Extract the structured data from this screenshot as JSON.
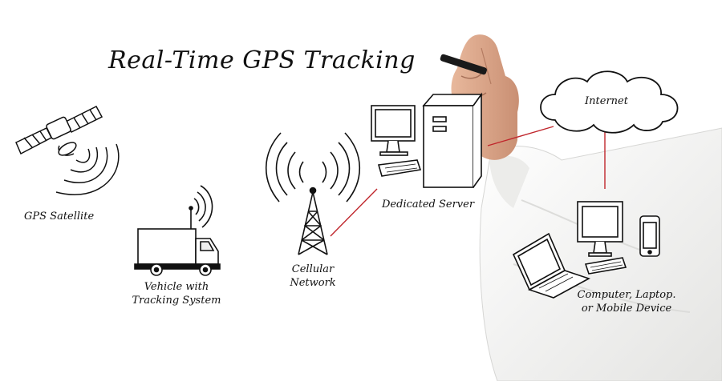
{
  "title": "Real-Time GPS Tracking",
  "nodes": {
    "gps_satellite": "GPS Satellite",
    "vehicle_line1": "Vehicle with",
    "vehicle_line2": "Tracking System",
    "cellular_line1": "Cellular",
    "cellular_line2": "Network",
    "server": "Dedicated Server",
    "internet": "Internet",
    "devices_line1": "Computer, Laptop.",
    "devices_line2": "or Mobile Device"
  },
  "colors": {
    "ink": "#111111",
    "link": "#c0262c",
    "shirt": "#f4f4f2",
    "skin": "#d9a58a"
  }
}
